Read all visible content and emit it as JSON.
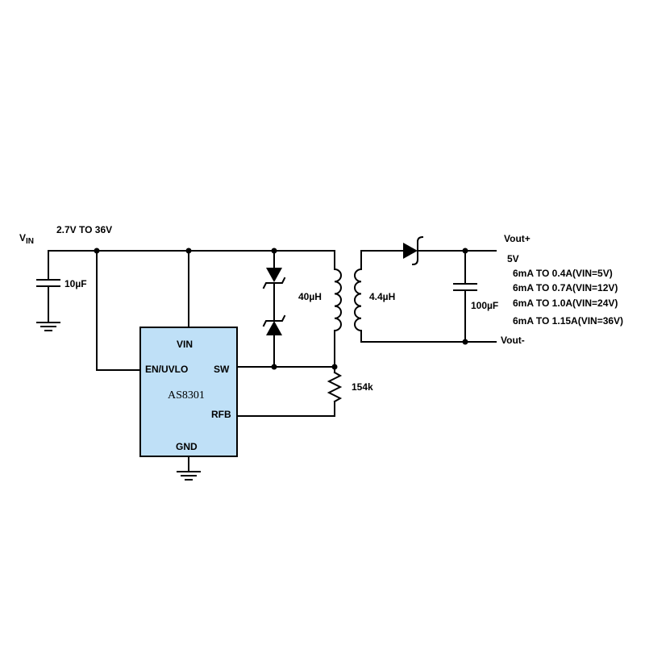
{
  "colors": {
    "ic_fill": "#bfe0f7",
    "wire": "#000000",
    "background": "#ffffff"
  },
  "input": {
    "name": "V",
    "name_sub": "IN",
    "range": "2.7V TO 36V"
  },
  "components": {
    "input_cap": "10µF",
    "inductor_primary": "40µH",
    "inductor_secondary": "4.4µH",
    "resistor": "154k",
    "output_cap": "100µF"
  },
  "ic": {
    "name": "AS8301",
    "pins": {
      "vin": "VIN",
      "en": "EN/UVLO",
      "sw": "SW",
      "rfb": "RFB",
      "gnd": "GND"
    }
  },
  "output": {
    "pos": "Vout+",
    "neg": "Vout-",
    "voltage": "5V",
    "currents": [
      "6mA TO 0.4A(VIN=5V)",
      "6mA TO 0.7A(VIN=12V)",
      "6mA TO 1.0A(VIN=24V)",
      "6mA TO 1.15A(VIN=36V)"
    ]
  },
  "icons": [
    "capacitor-icon",
    "inductor-icon",
    "diode-icon",
    "zener-diode-icon",
    "resistor-icon",
    "ground-icon",
    "ic-icon"
  ]
}
